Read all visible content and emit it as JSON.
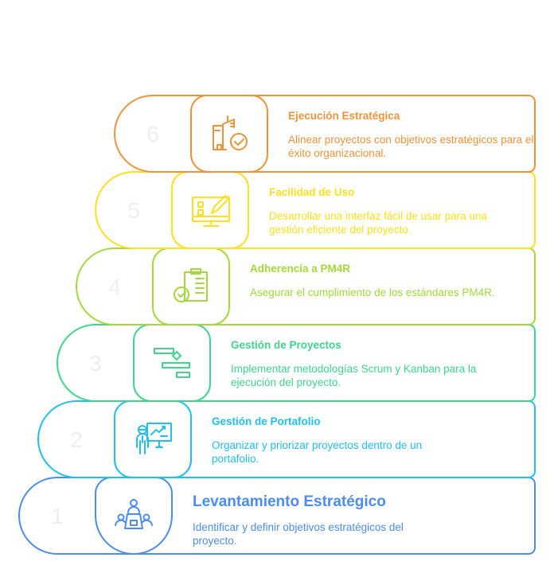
{
  "steps": [
    {
      "number": "1",
      "title": "Levantamiento Estratégico",
      "description": "Identificar y definir objetivos estratégicos del proyecto.",
      "color": "#4A8CF0",
      "icon": "meeting-table-icon"
    },
    {
      "number": "2",
      "title": "Gestión de Portafolio",
      "description": "Organizar y priorizar proyectos dentro de un portafolio.",
      "color": "#1EC0F0",
      "icon": "presenter-chart-icon"
    },
    {
      "number": "3",
      "title": "Gestión de Proyectos",
      "description": "Implementar metodologías Scrum y Kanban para la ejecución del proyecto.",
      "color": "#3DD68C",
      "icon": "gantt-icon"
    },
    {
      "number": "4",
      "title": "Adherencia a PM4R",
      "description": "Asegurar el cumplimiento de los estándares PM4R.",
      "color": "#A3D93A",
      "icon": "clipboard-check-icon"
    },
    {
      "number": "5",
      "title": "Facilidad de Uso",
      "description": "Desarrollar una interfaz fácil de usar para una gestión eficiente del proyecto.",
      "color": "#FFE01B",
      "icon": "monitor-edit-icon"
    },
    {
      "number": "6",
      "title": "Ejecución Estratégica",
      "description": "Alinear proyectos con objetivos estratégicos para el éxito organizacional.",
      "color": "#F0923A",
      "icon": "building-check-icon"
    }
  ]
}
